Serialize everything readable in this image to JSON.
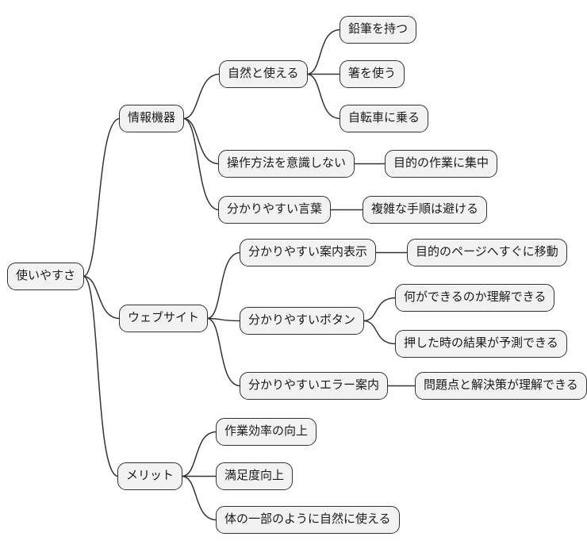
{
  "diagram": {
    "type": "mindmap",
    "background_color": "#ffffff",
    "node_fill_color": "#f2f2f2",
    "node_border_color": "#333333",
    "edge_color": "#333333",
    "text_color": "#1a1a1a"
  },
  "nodes": [
    {
      "id": "root",
      "label": "使いやすさ",
      "level": 0
    },
    {
      "id": "joho",
      "label": "情報機器",
      "level": 1
    },
    {
      "id": "web",
      "label": "ウェブサイト",
      "level": 1
    },
    {
      "id": "merit",
      "label": "メリット",
      "level": 1
    },
    {
      "id": "shizen",
      "label": "自然と使える",
      "level": 2
    },
    {
      "id": "sousa",
      "label": "操作方法を意識しない",
      "level": 2
    },
    {
      "id": "kotoba",
      "label": "分かりやすい言葉",
      "level": 2
    },
    {
      "id": "annai",
      "label": "分かりやすい案内表示",
      "level": 2
    },
    {
      "id": "button",
      "label": "分かりやすいボタン",
      "level": 2
    },
    {
      "id": "error",
      "label": "分かりやすいエラー案内",
      "level": 2
    },
    {
      "id": "enpitsu",
      "label": "鉛筆を持つ",
      "level": 3
    },
    {
      "id": "hashi",
      "label": "箸を使う",
      "level": 3
    },
    {
      "id": "jitensha",
      "label": "自転車に乗る",
      "level": 3
    },
    {
      "id": "sagyou",
      "label": "目的の作業に集中",
      "level": 3
    },
    {
      "id": "fukuzatsu",
      "label": "複雑な手順は避ける",
      "level": 3
    },
    {
      "id": "page",
      "label": "目的のページへすぐに移動",
      "level": 3
    },
    {
      "id": "nani",
      "label": "何ができるのか理解できる",
      "level": 3
    },
    {
      "id": "oshita",
      "label": "押した時の結果が予測できる",
      "level": 3
    },
    {
      "id": "mondai",
      "label": "問題点と解決策が理解できる",
      "level": 3
    },
    {
      "id": "kouritsu",
      "label": "作業効率の向上",
      "level": 2
    },
    {
      "id": "manzoku",
      "label": "満足度向上",
      "level": 2
    },
    {
      "id": "karada",
      "label": "体の一部のように自然に使える",
      "level": 2
    }
  ],
  "edges": [
    {
      "from": "root",
      "to": "joho"
    },
    {
      "from": "root",
      "to": "web"
    },
    {
      "from": "root",
      "to": "merit"
    },
    {
      "from": "joho",
      "to": "shizen"
    },
    {
      "from": "joho",
      "to": "sousa"
    },
    {
      "from": "joho",
      "to": "kotoba"
    },
    {
      "from": "shizen",
      "to": "enpitsu"
    },
    {
      "from": "shizen",
      "to": "hashi"
    },
    {
      "from": "shizen",
      "to": "jitensha"
    },
    {
      "from": "sousa",
      "to": "sagyou"
    },
    {
      "from": "kotoba",
      "to": "fukuzatsu"
    },
    {
      "from": "web",
      "to": "annai"
    },
    {
      "from": "web",
      "to": "button"
    },
    {
      "from": "web",
      "to": "error"
    },
    {
      "from": "annai",
      "to": "page"
    },
    {
      "from": "button",
      "to": "nani"
    },
    {
      "from": "button",
      "to": "oshita"
    },
    {
      "from": "error",
      "to": "mondai"
    },
    {
      "from": "merit",
      "to": "kouritsu"
    },
    {
      "from": "merit",
      "to": "manzoku"
    },
    {
      "from": "merit",
      "to": "karada"
    }
  ]
}
